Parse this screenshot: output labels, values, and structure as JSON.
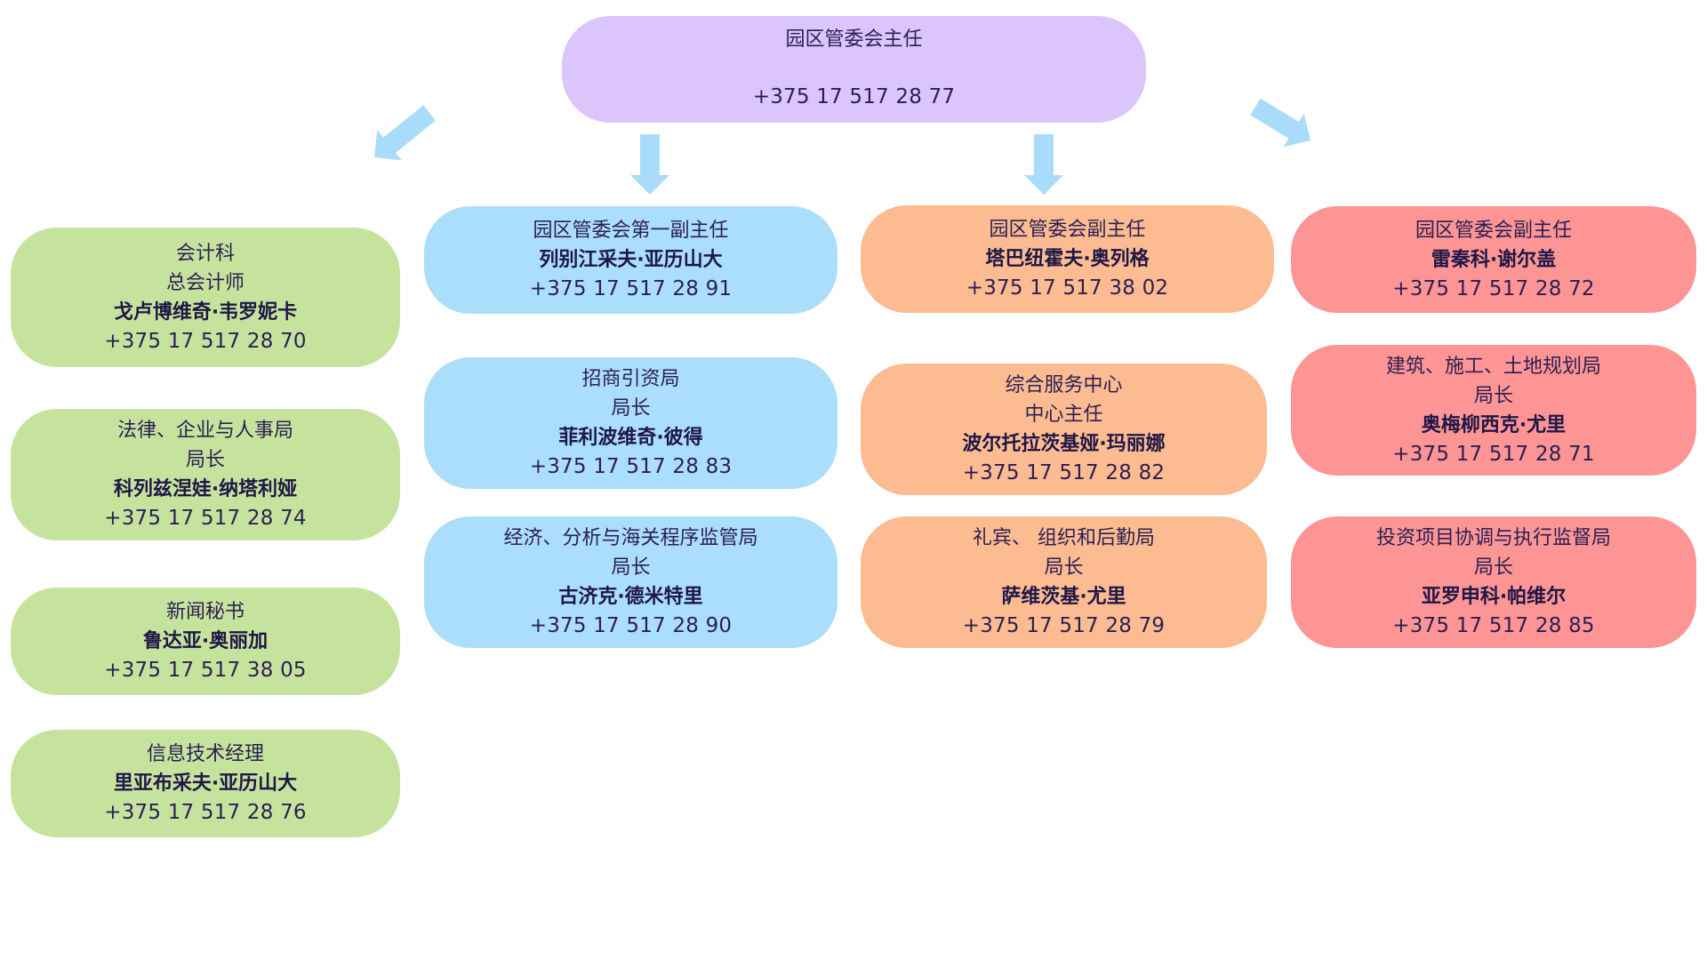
{
  "colors": {
    "director": "#dbc5fb",
    "green": "#c6e39e",
    "blue": "#aadefb",
    "orange": "#fdbb92",
    "red": "#fd9595",
    "arrow": "#a9dcfa",
    "text": "#2b1f52"
  },
  "director": {
    "title": "园区管委会主任",
    "phone": "+375 17 517 28 77"
  },
  "arrows": [
    {
      "icon": "arrow-down-left-icon"
    },
    {
      "icon": "arrow-down-icon"
    },
    {
      "icon": "arrow-down-icon"
    },
    {
      "icon": "arrow-down-right-icon"
    }
  ],
  "columns": {
    "green": [
      {
        "lines": [
          "会计科",
          "总会计师"
        ],
        "name": "戈卢博维奇·韦罗妮卡",
        "phone": "+375 17 517 28 70"
      },
      {
        "lines": [
          "法律、企业与人事局",
          "局长"
        ],
        "name": "科列兹涅娃·纳塔利娅",
        "phone": "+375 17 517 28 74"
      },
      {
        "lines": [
          "新闻秘书"
        ],
        "name": "鲁达亚·奥丽加",
        "phone": "+375 17 517 38 05"
      },
      {
        "lines": [
          "信息技术经理"
        ],
        "name": "里亚布采夫·亚历山大",
        "phone": "+375 17 517 28 76"
      }
    ],
    "blue": [
      {
        "lines": [
          "园区管委会第一副主任"
        ],
        "name": "列别江采夫·亚历山大",
        "phone": "+375 17 517 28 91"
      },
      {
        "lines": [
          "招商引资局",
          "局长"
        ],
        "name": "菲利波维奇·彼得",
        "phone": "+375 17 517 28 83"
      },
      {
        "lines": [
          "经济、分析与海关程序监管局",
          "局长"
        ],
        "name": "古济克·德米特里",
        "phone": "+375 17 517 28 90"
      }
    ],
    "orange": [
      {
        "lines": [
          "园区管委会副主任"
        ],
        "name": "塔巴纽霍夫·奥列格",
        "phone": "+375 17 517 38 02"
      },
      {
        "lines": [
          "综合服务中心",
          "中心主任"
        ],
        "name": "波尔托拉茨基娅·玛丽娜",
        "phone": "+375 17 517 28 82"
      },
      {
        "lines": [
          "礼宾、 组织和后勤局",
          "局长"
        ],
        "name": "萨维茨基·尤里",
        "phone": "+375 17 517 28 79"
      }
    ],
    "red": [
      {
        "lines": [
          "园区管委会副主任"
        ],
        "name": "雷秦科·谢尔盖",
        "phone": "+375 17 517 28 72"
      },
      {
        "lines": [
          "建筑、施工、土地规划局",
          "局长"
        ],
        "name": "奥梅柳西克·尤里",
        "phone": "+375 17 517 28 71"
      },
      {
        "lines": [
          "投资项目协调与执行监督局",
          "局长"
        ],
        "name": "亚罗申科·帕维尔",
        "phone": "+375 17 517 28 85"
      }
    ]
  }
}
